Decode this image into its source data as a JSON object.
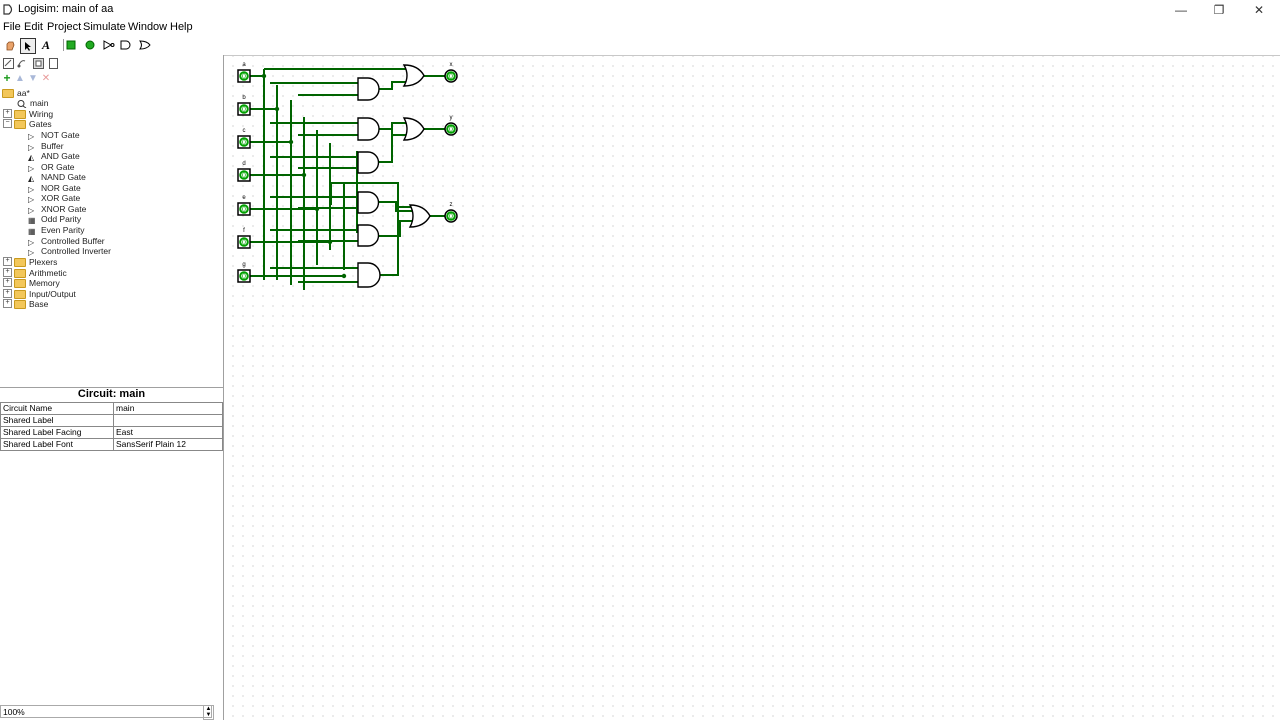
{
  "window": {
    "title": "Logisim: main of aa",
    "controls": [
      "minimize-icon",
      "restore-icon",
      "close-icon"
    ]
  },
  "menu": [
    "File",
    "Edit",
    "Project",
    "Simulate",
    "Window",
    "Help"
  ],
  "explorer": {
    "root": "aa*",
    "circuit": "main",
    "folders": {
      "wiring": "Wiring",
      "gates": "Gates",
      "plexers": "Plexers",
      "arithmetic": "Arithmetic",
      "memory": "Memory",
      "io": "Input/Output",
      "base": "Base"
    },
    "gates": [
      "NOT Gate",
      "Buffer",
      "AND Gate",
      "OR Gate",
      "NAND Gate",
      "NOR Gate",
      "XOR Gate",
      "XNOR Gate",
      "Odd Parity",
      "Even Parity",
      "Controlled Buffer",
      "Controlled Inverter"
    ]
  },
  "properties": {
    "title": "Circuit: main",
    "rows": [
      {
        "name": "Circuit Name",
        "value": "main"
      },
      {
        "name": "Shared Label",
        "value": ""
      },
      {
        "name": "Shared Label Facing",
        "value": "East"
      },
      {
        "name": "Shared Label Font",
        "value": "SansSerif Plain 12"
      }
    ]
  },
  "zoom": "100%",
  "circuit": {
    "inputs": [
      "a",
      "b",
      "c",
      "d",
      "e",
      "f",
      "g"
    ],
    "pin_value": "0",
    "outputs": [
      "x",
      "y",
      "z"
    ],
    "wire_color": "#006400",
    "pin_color": "#00a000"
  }
}
